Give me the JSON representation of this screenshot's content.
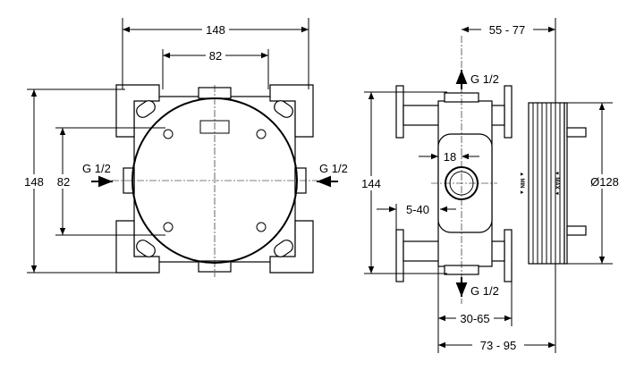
{
  "front_view": {
    "width_overall": "148",
    "width_holes": "82",
    "height_overall": "148",
    "height_holes": "82",
    "inlet_left": "G 1/2",
    "inlet_right": "G 1/2"
  },
  "side_view": {
    "depth_top": "55 - 77",
    "outlet_top": "G 1/2",
    "height": "144",
    "port_width": "18",
    "offset": "5-40",
    "diameter": "Ø128",
    "min_label": "▲ MIN ▲",
    "max_label": "▼ MAX ▼",
    "outlet_bottom": "G 1/2",
    "depth_mid": "30-65",
    "depth_bottom": "73 - 95"
  }
}
